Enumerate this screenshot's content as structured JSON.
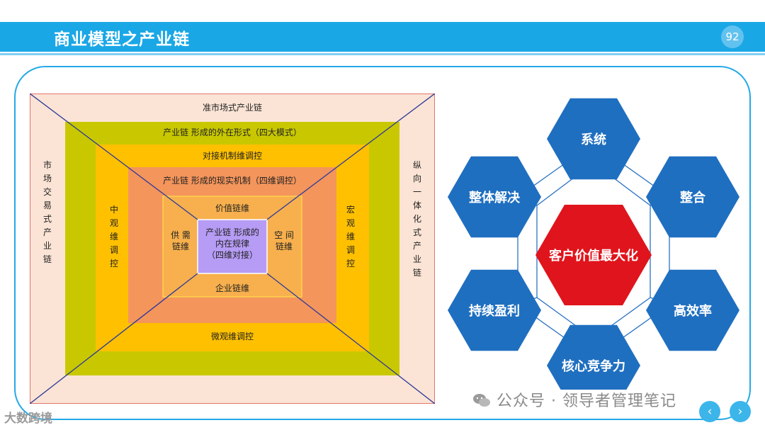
{
  "header": {
    "title": "商业模型之产业链",
    "page_number": "92"
  },
  "left_diagram": {
    "layers": [
      {
        "id": "outer",
        "title": "准市场式产业链",
        "left": "市场交易式产业链",
        "right": "纵向一体化式产业链",
        "color": "#fbe4d5"
      },
      {
        "id": "layer2",
        "title": "产业链 形成的外在形式（四大模式）",
        "color": "#c9c800"
      },
      {
        "id": "layer3",
        "title": "对接机制维调控",
        "left": "中观维调控",
        "right": "宏观维调控",
        "bottom": "微观维调控",
        "color": "#ffc000"
      },
      {
        "id": "layer4",
        "title": "产业链 形成的现实机制（四维调控）",
        "color": "#f4955b"
      },
      {
        "id": "layer5",
        "title": "价值链维",
        "left": "供 需\n链维",
        "right": "空 间\n链维",
        "bottom": "企业链维",
        "color": "#f7b04d"
      },
      {
        "id": "core",
        "title": "产业链 形成的\n内在规律\n（四维对接）",
        "color": "#b69cf5"
      }
    ]
  },
  "right_diagram": {
    "center": "客户价值最大化",
    "nodes": [
      "系统",
      "整合",
      "高效率",
      "核心竞争力",
      "持续盈利",
      "整体解决"
    ],
    "colors": {
      "node": "#1f6fc0",
      "center": "#e0141c",
      "line": "#2a73c3"
    }
  },
  "footer": {
    "watermark": "公众号 · 领导者管理笔记",
    "logo_text": "大数跨境",
    "prev_icon": "chevron-left-icon",
    "next_icon": "chevron-right-icon"
  }
}
